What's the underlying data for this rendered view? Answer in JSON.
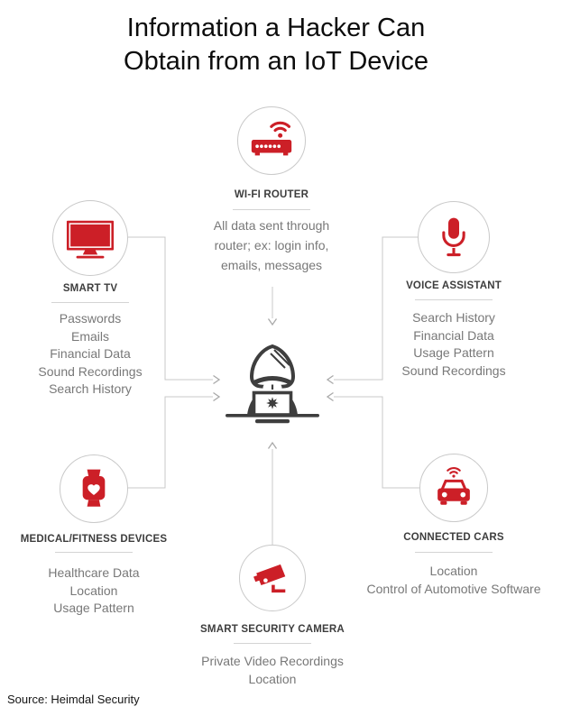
{
  "title": {
    "line1": "Information a Hacker Can",
    "line2": "Obtain from an IoT Device"
  },
  "source": "Source: Heimdal Security",
  "colors": {
    "accent_red": "#cc1f27",
    "hacker_dark": "#3e3e3e",
    "label_dark": "#3d3d3d",
    "body_text_gray": "#787878",
    "connector_gray": "#c8c8c8",
    "circle_border_gray": "#c9c9c9"
  },
  "center": {
    "figure": "hacker with laptop"
  },
  "devices": [
    {
      "id": "wifi-router",
      "label": "WI-FI ROUTER",
      "icon": "wifi-router-icon",
      "items": [
        "All data sent through",
        "router; ex: login info,",
        "emails, messages"
      ]
    },
    {
      "id": "smart-tv",
      "label": "SMART TV",
      "icon": "smart-tv-icon",
      "items": [
        "Passwords",
        "Emails",
        "Financial Data",
        "Sound Recordings",
        "Search History"
      ]
    },
    {
      "id": "voice-assistant",
      "label": "VOICE ASSISTANT",
      "icon": "microphone-icon",
      "items": [
        "Search History",
        "Financial Data",
        "Usage Pattern",
        "Sound Recordings"
      ]
    },
    {
      "id": "medical-fitness-devices",
      "label": "MEDICAL/FITNESS DEVICES",
      "icon": "fitness-watch-icon",
      "items": [
        "Healthcare Data",
        "Location",
        "Usage Pattern"
      ]
    },
    {
      "id": "connected-cars",
      "label": "CONNECTED CARS",
      "icon": "connected-car-icon",
      "items": [
        "Location",
        "Control of Automotive Software"
      ]
    },
    {
      "id": "smart-security-camera",
      "label": "SMART SECURITY CAMERA",
      "icon": "cctv-camera-icon",
      "items": [
        "Private Video Recordings",
        "Location"
      ]
    }
  ]
}
